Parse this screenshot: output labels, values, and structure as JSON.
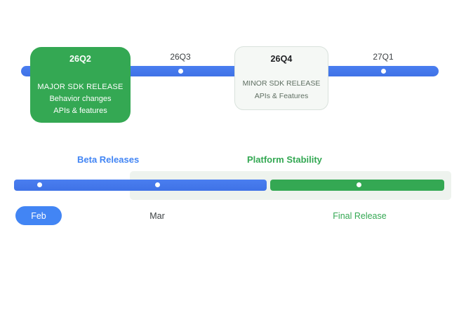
{
  "top_timeline": {
    "rail_color": "#4285f4",
    "milestones": [
      {
        "id": "26q2",
        "label": "26Q2",
        "highlighted": true,
        "card_color": "#34a853",
        "lines": [
          "MAJOR SDK RELEASE",
          "Behavior changes",
          "APIs & features"
        ]
      },
      {
        "id": "26q3",
        "label": "26Q3",
        "highlighted": false,
        "lines": []
      },
      {
        "id": "26q4",
        "label": "26Q4",
        "highlighted": true,
        "card_color": "#f5f8f5",
        "lines": [
          "MINOR SDK RELEASE",
          "APIs & Features"
        ]
      },
      {
        "id": "27q1",
        "label": "27Q1",
        "highlighted": false,
        "lines": []
      }
    ]
  },
  "bottom_timeline": {
    "phases": [
      {
        "id": "beta",
        "title": "Beta Releases",
        "color": "#4285f4"
      },
      {
        "id": "stability",
        "title": "Platform Stability",
        "color": "#34a853"
      }
    ],
    "markers": [
      {
        "id": "feb",
        "label": "Feb",
        "style": "pill",
        "color": "#4285f4"
      },
      {
        "id": "mar",
        "label": "Mar",
        "style": "text",
        "color": "#3c4043"
      },
      {
        "id": "final",
        "label": "Final Release",
        "style": "text",
        "color": "#34a853"
      }
    ]
  }
}
